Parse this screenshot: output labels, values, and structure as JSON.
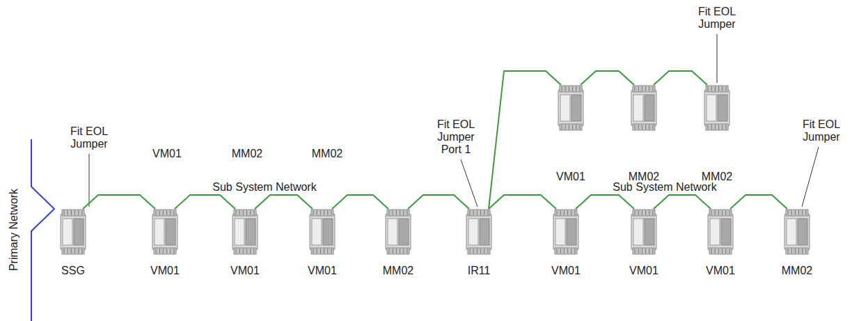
{
  "diagram": {
    "nodes": [
      {
        "text": [
          "SSG"
        ]
      },
      {
        "text": [
          "VM01"
        ]
      },
      {
        "text": [
          "VM01"
        ]
      },
      {
        "text": [
          "VM01"
        ]
      },
      {
        "text": [
          "MM02"
        ]
      },
      {
        "text": [
          "IR11"
        ]
      },
      {
        "text": [
          "VM01"
        ]
      },
      {
        "text": [
          "VM01"
        ]
      },
      {
        "text": [
          "VM01"
        ]
      },
      {
        "text": [
          "MM02"
        ]
      },
      {
        "text": [
          "VM01"
        ]
      },
      {
        "text": [
          "MM02"
        ]
      },
      {
        "text": [
          "MM02"
        ]
      }
    ],
    "edges": [
      {
        "from": 0,
        "to": 1,
        "arrow": "none"
      },
      {
        "from": 1,
        "to": 2,
        "arrow": "none"
      },
      {
        "from": 2,
        "to": 3,
        "arrow": "none"
      },
      {
        "from": 3,
        "to": 4,
        "arrow": "none"
      },
      {
        "from": 4,
        "to": 5,
        "arrow": "none"
      },
      {
        "from": 5,
        "to": 6,
        "arrow": "none"
      },
      {
        "from": 6,
        "to": 7,
        "arrow": "none"
      },
      {
        "from": 7,
        "to": 8,
        "arrow": "none"
      },
      {
        "from": 8,
        "to": 9,
        "arrow": "none"
      },
      {
        "from": 5,
        "to": 10,
        "arrow": "none"
      },
      {
        "from": 10,
        "to": 11,
        "arrow": "none"
      },
      {
        "from": 11,
        "to": 12,
        "arrow": "none"
      }
    ],
    "labels": [
      "Fit EOL Jumper",
      "VM01",
      "MM02",
      "MM02",
      "Sub System Network",
      "Fit EOL Jumper Port 1",
      "Fit EOL Jumper",
      "Sub System Network",
      "Fit EOL Jumper",
      "Primary Network"
    ]
  }
}
